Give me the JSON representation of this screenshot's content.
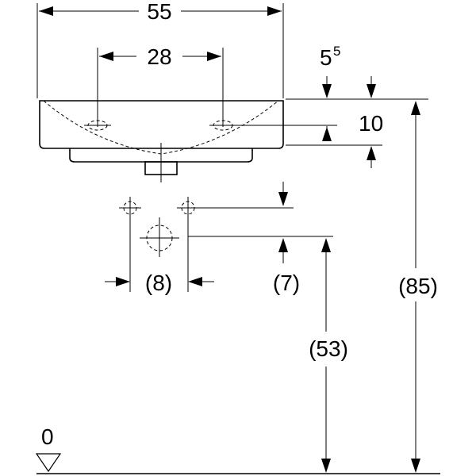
{
  "dimensions": {
    "overall_width": "55",
    "tap_hole_spacing": "28",
    "rim_offset_main": "5",
    "rim_offset_sup": "5",
    "bowl_depth": "10",
    "fixing_spacing": "(8)",
    "fixing_offset": "(7)",
    "waste_height": "(53)",
    "rim_height": "(85)",
    "floor_level": "0"
  }
}
